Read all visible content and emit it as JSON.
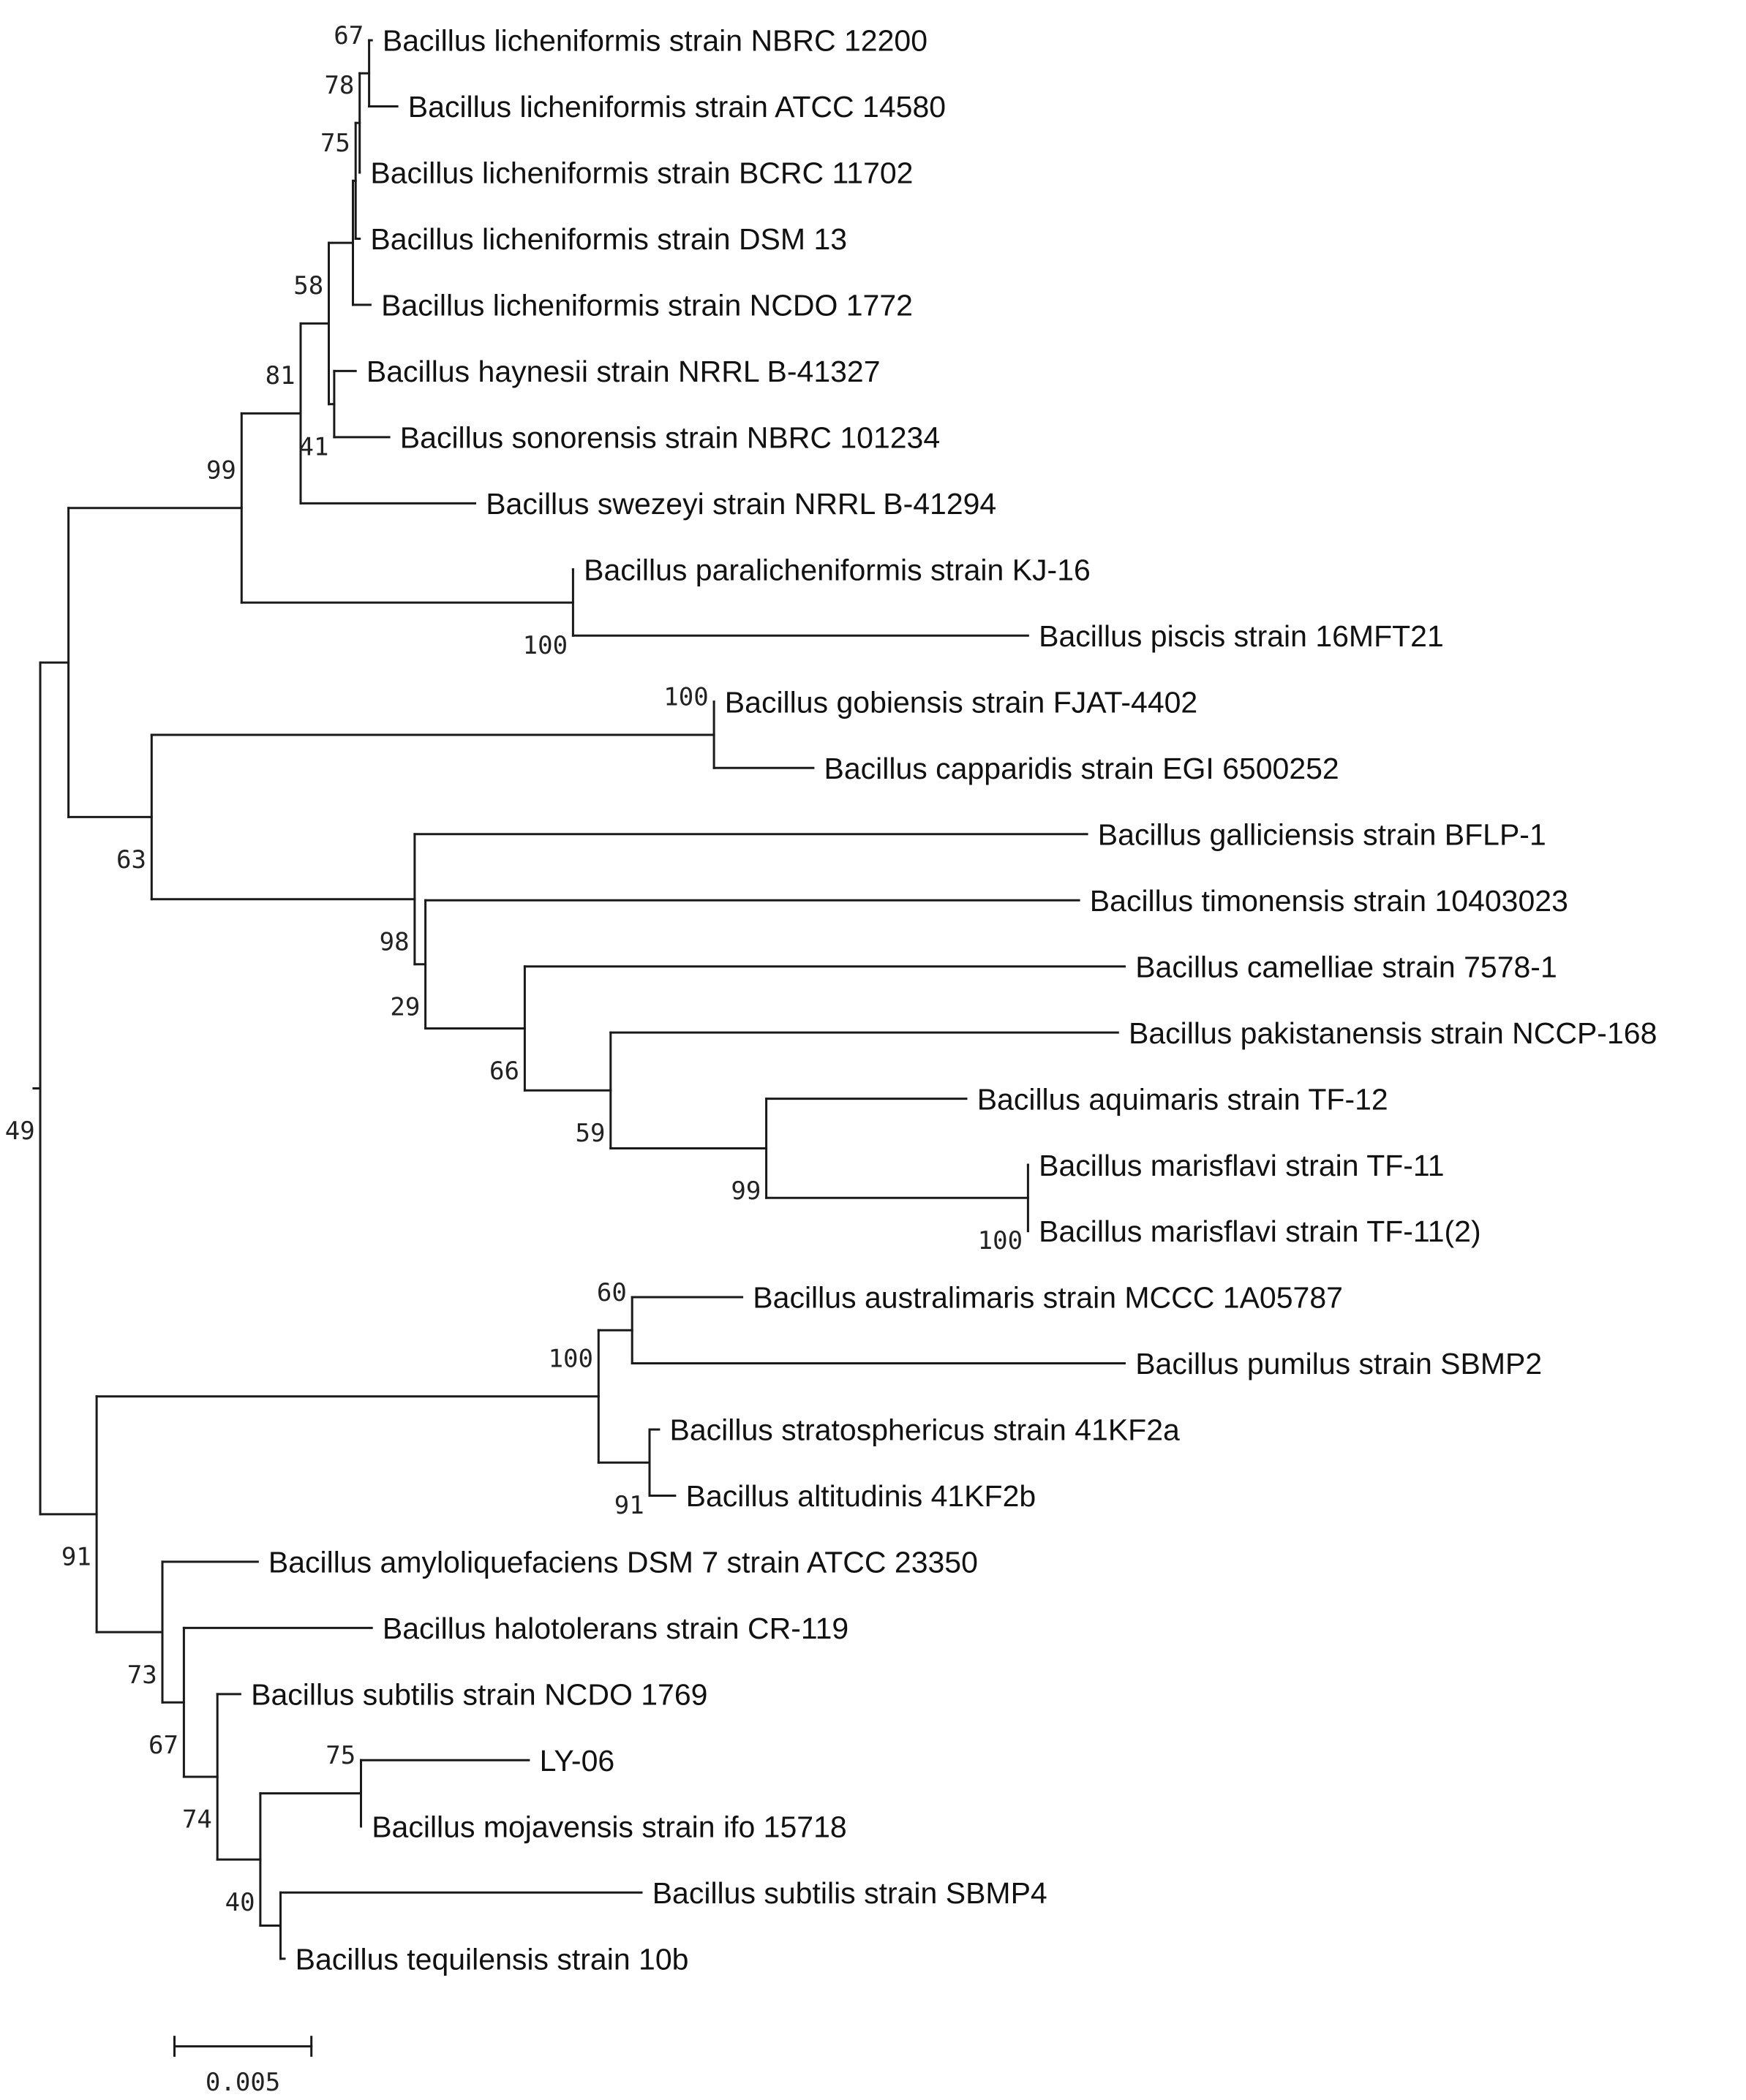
{
  "tree": {
    "taxa": [
      "Bacillus licheniformis strain NBRC 12200",
      "Bacillus licheniformis strain ATCC 14580",
      "Bacillus licheniformis strain BCRC 11702",
      "Bacillus licheniformis strain DSM 13",
      "Bacillus licheniformis strain NCDO 1772",
      "Bacillus haynesii strain NRRL B-41327",
      "Bacillus sonorensis strain NBRC 101234",
      "Bacillus swezeyi strain NRRL B-41294",
      "Bacillus paralicheniformis strain KJ-16",
      "Bacillus piscis strain 16MFT21",
      "Bacillus gobiensis strain FJAT-4402",
      "Bacillus capparidis strain EGI 6500252",
      "Bacillus galliciensis strain BFLP-1",
      "Bacillus timonensis strain 10403023",
      "Bacillus camelliae strain 7578-1",
      "Bacillus pakistanensis strain NCCP-168",
      "Bacillus aquimaris strain TF-12",
      "Bacillus marisflavi strain TF-11",
      "Bacillus marisflavi strain TF-11(2)",
      "Bacillus australimaris strain MCCC 1A05787",
      "Bacillus pumilus strain SBMP2",
      "Bacillus stratosphericus strain 41KF2a",
      "Bacillus altitudinis 41KF2b",
      "Bacillus amyloliquefaciens DSM 7 strain ATCC 23350",
      "Bacillus halotolerans strain CR-119",
      "Bacillus subtilis strain NCDO 1769",
      "LY-06",
      "Bacillus mojavensis strain ifo 15718",
      "Bacillus subtilis strain SBMP4",
      "Bacillus tequilensis strain 10b"
    ],
    "supports": [
      "67",
      "78",
      "75",
      "58",
      "81",
      "41",
      "99",
      "100",
      "100",
      "63",
      "98",
      "29",
      "66",
      "59",
      "99",
      "100",
      "60",
      "100",
      "91",
      "49",
      "91",
      "73",
      "67",
      "75",
      "74",
      "40"
    ],
    "scale_bar": {
      "label": "0.005"
    }
  }
}
